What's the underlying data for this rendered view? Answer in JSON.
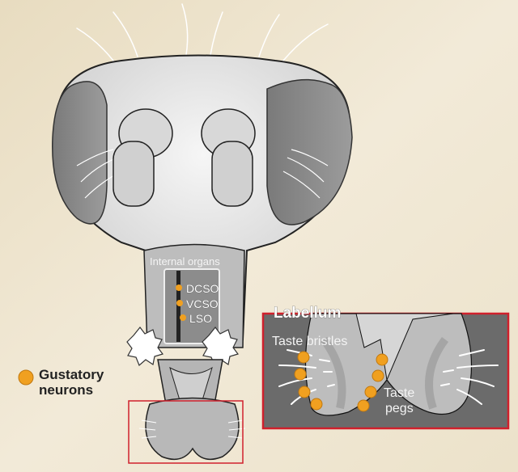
{
  "labels": {
    "internal_organs": "Internal organs",
    "dcso": "DCSO",
    "vcso": "VCSO",
    "lso": "LSO",
    "labellum": "Labellum",
    "taste_bristles": "Taste bristles",
    "taste_pegs_1": "Taste",
    "taste_pegs_2": "pegs"
  },
  "legend": {
    "line1": "Gustatory",
    "line2": "neurons",
    "marker_color": "#f0a020"
  },
  "colors": {
    "background": "#efe5cf",
    "head": "#e2e2e2",
    "eye": "#8a8a8a",
    "inset_bg": "#6b6b6b",
    "highlight_box": "#d0202c",
    "neuron": "#f0a020"
  }
}
